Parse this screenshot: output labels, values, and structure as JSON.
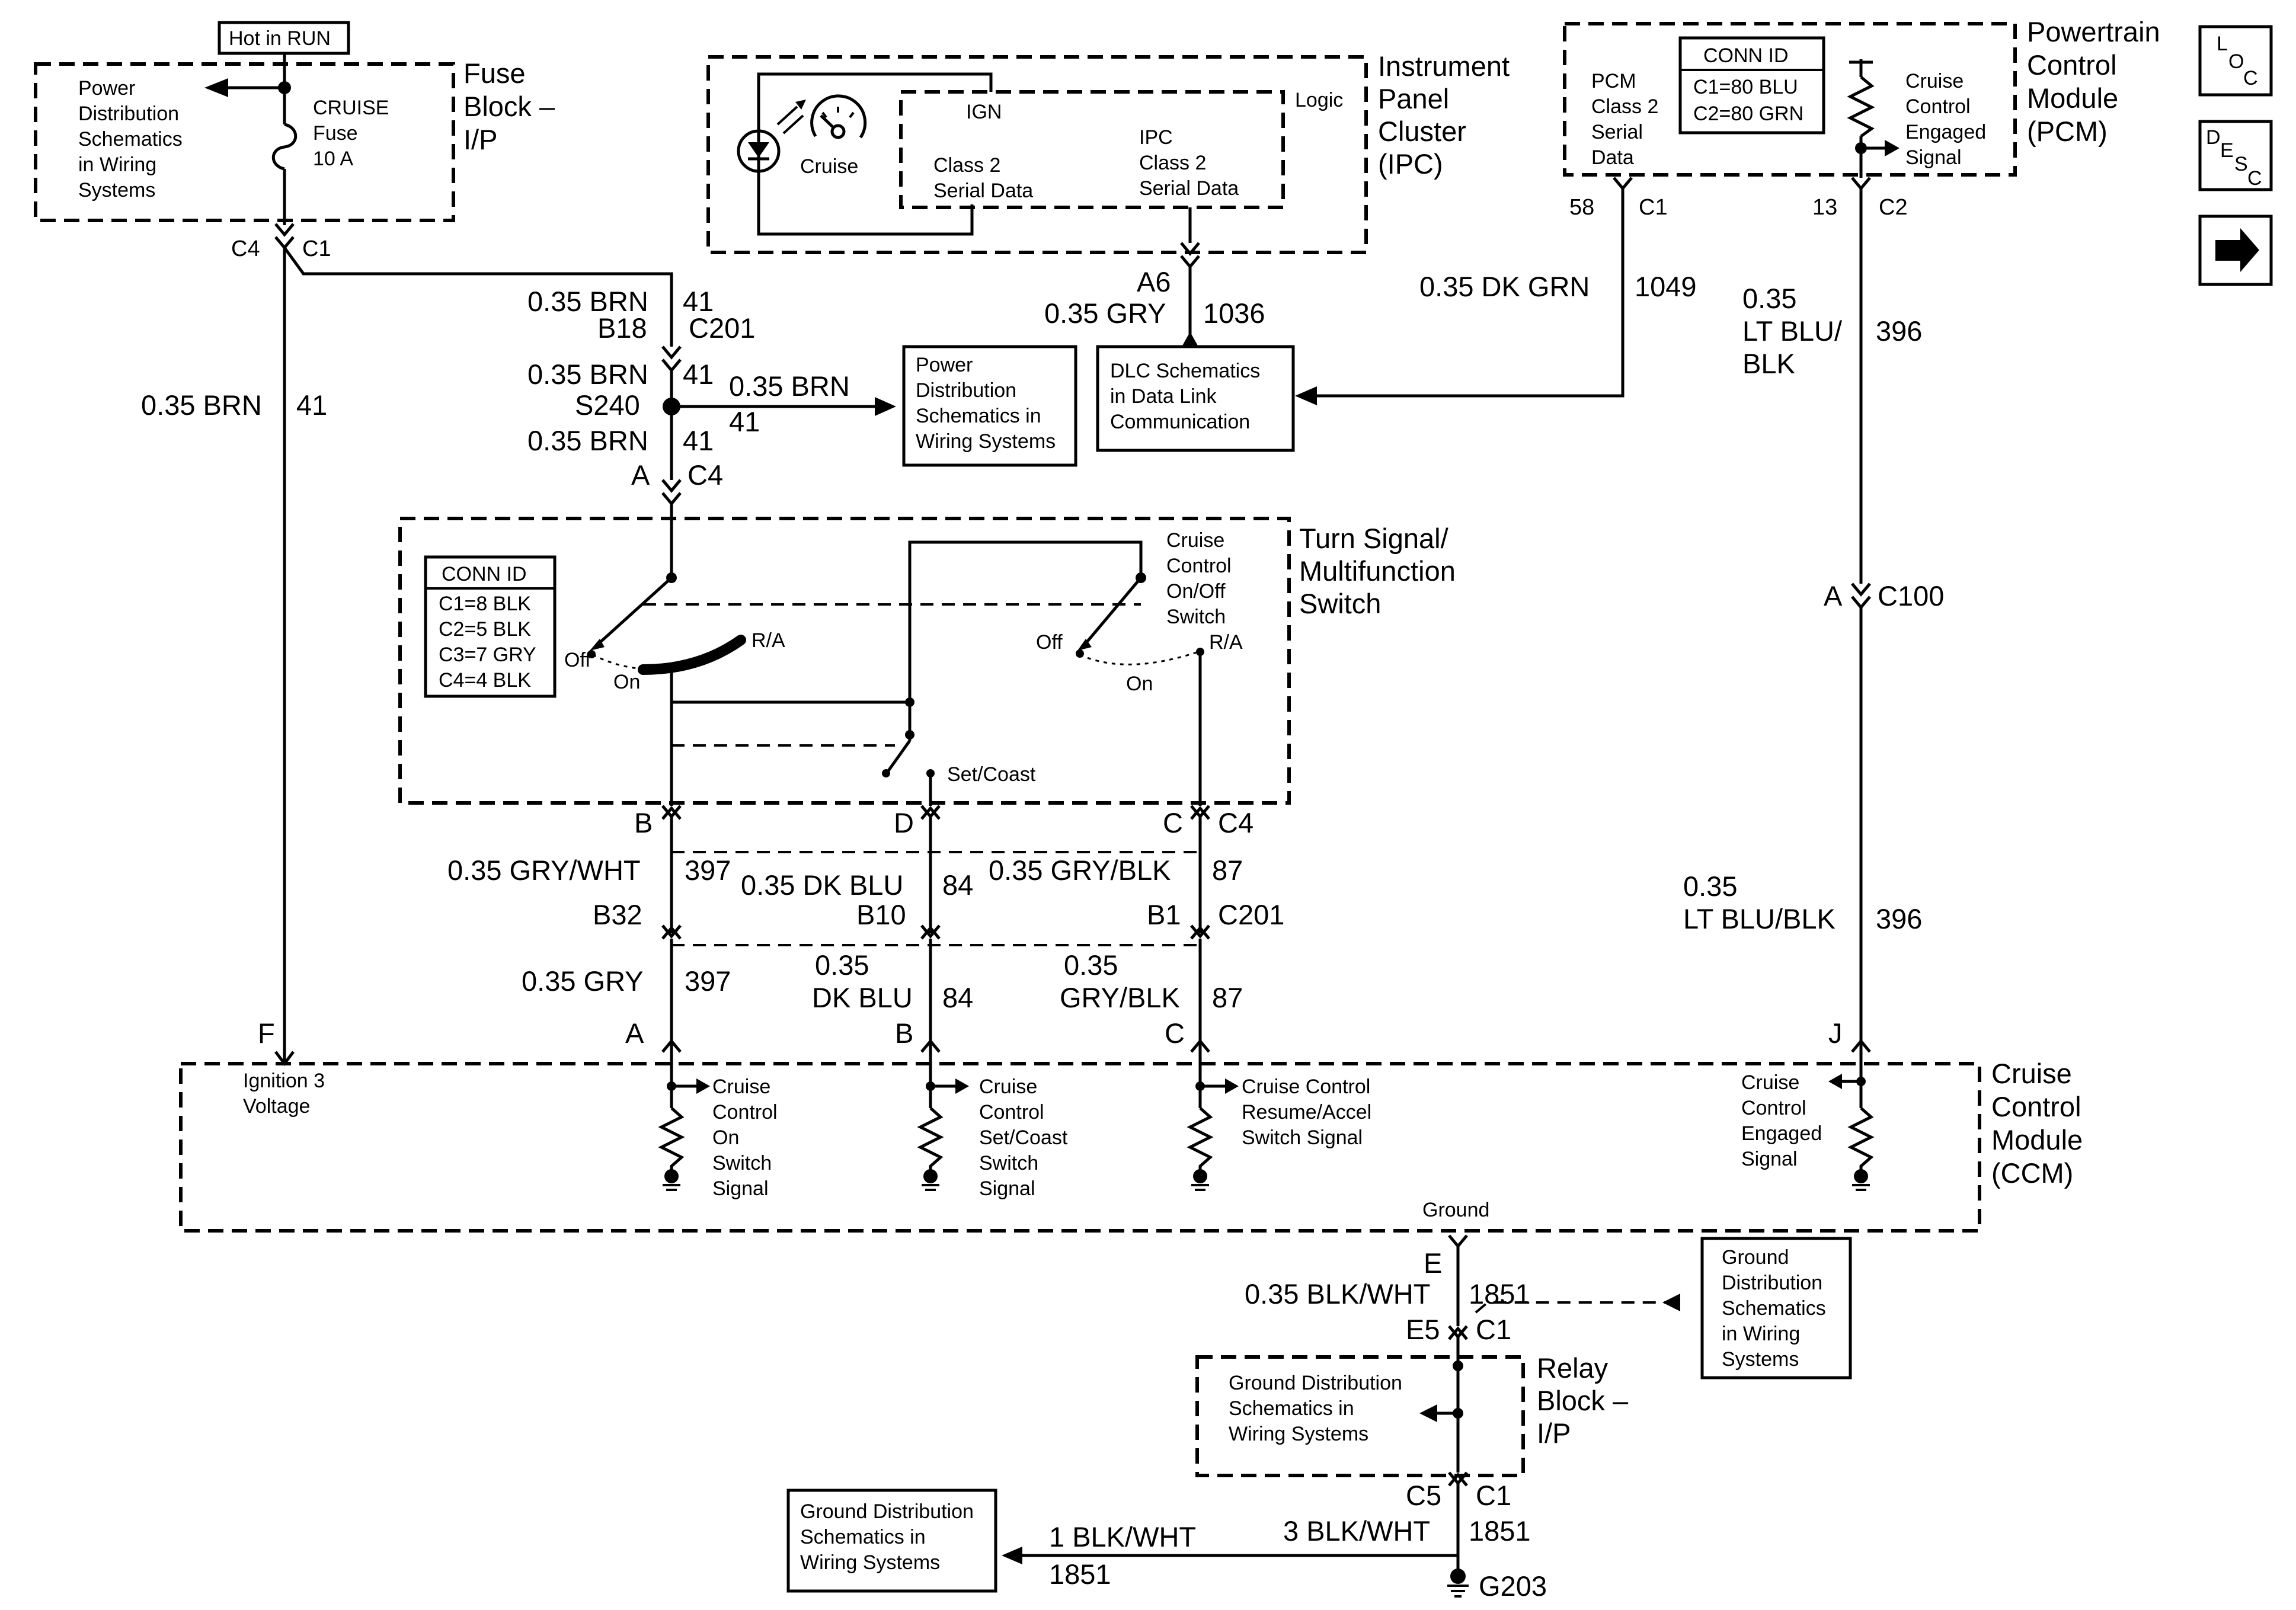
{
  "nav": {
    "loc": {
      "a": "L",
      "b": "O",
      "c": "C"
    },
    "desc": {
      "a": "D",
      "b": "E",
      "c": "S",
      "d": "C"
    }
  },
  "fuse_block": {
    "hot_in_run": "Hot in RUN",
    "title": [
      "Fuse",
      "Block –",
      "I/P"
    ],
    "ref": [
      "Power",
      "Distribution",
      "Schematics",
      "in Wiring",
      "Systems"
    ],
    "fuse": [
      "CRUISE",
      "Fuse",
      "10 A"
    ],
    "conn_c4": "C4",
    "conn_c1": "C1"
  },
  "ipc": {
    "title": [
      "Instrument",
      "Panel",
      "Cluster",
      "(IPC)"
    ],
    "logic": "Logic",
    "ign": "IGN",
    "cruise": "Cruise",
    "class2_left": [
      "Class 2",
      "Serial Data"
    ],
    "class2_right": [
      "IPC",
      "Class 2",
      "Serial Data"
    ]
  },
  "pcm": {
    "title": [
      "Powertrain",
      "Control",
      "Module",
      "(PCM)"
    ],
    "class2": [
      "PCM",
      "Class 2",
      "Serial",
      "Data"
    ],
    "conn_id_title": "CONN ID",
    "conn_id": [
      "C1=80 BLU",
      "C2=80 GRN"
    ],
    "engaged": [
      "Cruise",
      "Control",
      "Engaged",
      "Signal"
    ],
    "pin58": "58",
    "c1": "C1",
    "pin13": "13",
    "c2": "C2"
  },
  "wires": {
    "brn_left": "0.35 BRN",
    "ckt41": "41",
    "brn_top": "0.35 BRN",
    "b18": "B18",
    "c201": "C201",
    "brn_s240": "0.35 BRN",
    "s240": "S240",
    "brn_branch": "0.35 BRN",
    "brn_branch_ckt": "41",
    "brn_low": "0.35 BRN",
    "pin_a": "A",
    "c4": "C4",
    "a6": "A6",
    "gry_1036": "0.35 GRY",
    "ckt1036": "1036",
    "dkgrn": "0.35 DK GRN",
    "ckt1049": "1049",
    "ltblu_top": [
      "0.35",
      "LT BLU/",
      "BLK"
    ],
    "ckt396_top": "396",
    "pin_a_c100": "A",
    "c100": "C100",
    "ltblu_low": [
      "0.35",
      "LT BLU/BLK"
    ],
    "ckt396_low": "396"
  },
  "refs": {
    "power_dist": [
      "Power",
      "Distribution",
      "Schematics in",
      "Wiring Systems"
    ],
    "dlc": [
      "DLC Schematics",
      "in Data Link",
      "Communication"
    ]
  },
  "switch": {
    "title": [
      "Turn Signal/",
      "Multifunction",
      "Switch"
    ],
    "conn_id_title": "CONN ID",
    "conn_id": [
      "C1=8 BLK",
      "C2=5 BLK",
      "C3=7 GRY",
      "C4=4 BLK"
    ],
    "off": "Off",
    "on": "On",
    "ra": "R/A",
    "onoff": [
      "Cruise",
      "Control",
      "On/Off",
      "Switch"
    ],
    "off2": "Off",
    "on2": "On",
    "ra2": "R/A",
    "setcoast": "Set/Coast",
    "pin_b": "B",
    "pin_d": "D",
    "pin_c": "C",
    "c4": "C4"
  },
  "harness": {
    "gry_wht": "0.35 GRY/WHT",
    "ckt397": "397",
    "dk_blu": "0.35 DK BLU",
    "ckt84": "84",
    "gry_blk": "0.35 GRY/BLK",
    "ckt87": "87",
    "b32": "B32",
    "b10": "B10",
    "b1": "B1",
    "c201": "C201",
    "gry": "0.35 GRY",
    "ckt397b": "397",
    "dk_blu2": [
      "0.35",
      "DK BLU"
    ],
    "ckt84b": "84",
    "gry_blk2": [
      "0.35",
      "GRY/BLK"
    ],
    "ckt87b": "87",
    "pin_f": "F",
    "pin_a": "A",
    "pin_b": "B",
    "pin_c": "C",
    "pin_j": "J"
  },
  "ccm": {
    "title": [
      "Cruise",
      "Control",
      "Module",
      "(CCM)"
    ],
    "ign3": [
      "Ignition 3",
      "Voltage"
    ],
    "on_sig": [
      "Cruise",
      "Control",
      "On",
      "Switch",
      "Signal"
    ],
    "set_sig": [
      "Cruise",
      "Control",
      "Set/Coast",
      "Switch",
      "Signal"
    ],
    "res_sig": [
      "Cruise Control",
      "Resume/Accel",
      "Switch Signal"
    ],
    "eng_sig": [
      "Cruise",
      "Control",
      "Engaged",
      "Signal"
    ],
    "ground": "Ground"
  },
  "ground": {
    "pin_e": "E",
    "blk_wht": "0.35 BLK/WHT",
    "ckt1851": "1851",
    "e5": "E5",
    "c1": "C1",
    "gd_ref_right": [
      "Ground",
      "Distribution",
      "Schematics",
      "in Wiring",
      "Systems"
    ],
    "relay_title": [
      "Relay",
      "Block –",
      "I/P"
    ],
    "gd_ref_inner": [
      "Ground Distribution",
      "Schematics in",
      "Wiring Systems"
    ],
    "c5": "C5",
    "c1b": "C1",
    "blk_wht_3": "3 BLK/WHT",
    "ckt1851b": "1851",
    "blk_wht_1": "1 BLK/WHT",
    "ckt1851c": "1851",
    "gd_ref_bottom": [
      "Ground Distribution",
      "Schematics in",
      "Wiring Systems"
    ],
    "g203": "G203"
  }
}
